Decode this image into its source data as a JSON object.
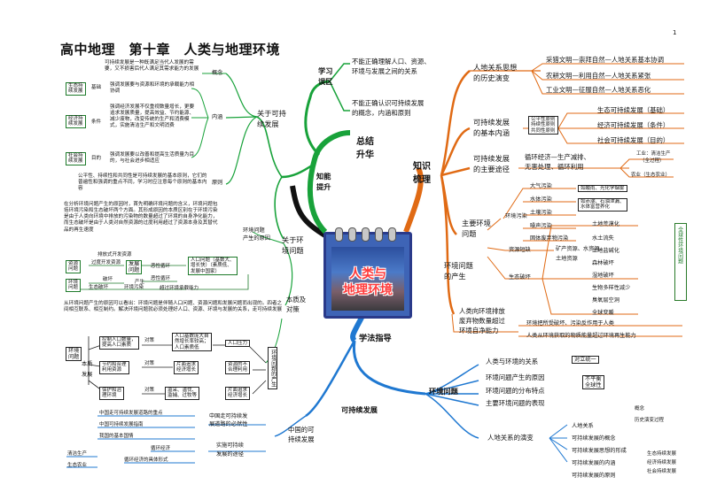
{
  "header": {
    "title": "高中地理　第十章　人类与地理环境",
    "page_number": "1"
  },
  "center_label": [
    "人类与",
    "地理环境"
  ],
  "main_branches": {
    "summary": [
      "总结",
      "升华"
    ],
    "knowledge": [
      "知识",
      "梳理"
    ],
    "method": "学法指导",
    "ability": [
      "知能",
      "提升"
    ],
    "mistakes": [
      "学习",
      "误区"
    ]
  },
  "mistakes": {
    "item1": [
      "不能正确理解人口、资源、",
      "环境与发展之间的关系"
    ],
    "item2": [
      "不能正确认识可持续发展",
      "的概念，内涵和原则"
    ]
  },
  "knowledge": {
    "history": {
      "label": [
        "人地关系思想",
        "的历史演变"
      ],
      "items": [
        "采猎文明—崇拜自然—人地关系基本协调",
        "农耕文明—利用自然—人地关系紧张",
        "工业文明—征服自然—人地关系恶化"
      ]
    },
    "sustain": {
      "label": [
        "可持续发展",
        "的基本内涵"
      ],
      "principles": [
        "公平性原则",
        "持续性原则",
        "共同性原则"
      ],
      "items": [
        "生态可持续发展（基础）",
        "经济可持续发展（条件）",
        "社会可持续发展（目的）"
      ]
    },
    "path": {
      "label": [
        "可持续发展",
        "的主要途径"
      ],
      "main": [
        "循环经济—生产减排、",
        "无害处理、循环利用"
      ],
      "industry": [
        "工业：清洁生产",
        "（全过程）"
      ],
      "agri": "农业（生态农业）"
    },
    "problems": {
      "label": [
        "主要环境",
        "问题"
      ],
      "pollution": "环境污染",
      "pollution_items": [
        "大气污染",
        "水体污染",
        "土壤污染",
        "噪声污染",
        "固体废弃物污染"
      ],
      "air_detail": "如酸雨、光化学烟雾",
      "water_detail": [
        "如赤潮、石油泄漏、",
        "水体富营养化"
      ],
      "shortage": "资源短缺",
      "shortage_items": [
        "矿产资源、水资源、",
        "土地资源"
      ],
      "eco": "生态破坏",
      "eco_items": [
        "土地荒漠化",
        "水土流失",
        "土地盐碱化",
        "森林破坏",
        "湿地破坏",
        "生物多样性减少",
        "臭氧层空洞",
        "全球变暖"
      ],
      "global": "全球性环境问题"
    },
    "cause": {
      "label": [
        "环境问题",
        "的产生"
      ]
    },
    "relation": {
      "label": [
        "人类向环境排放",
        "废弃物数量超过",
        "环境自净能力"
      ],
      "items": [
        "环境把所受破坏、污染反作用于人类",
        "人类从环境获取的物质能量超过环境再生能力"
      ]
    }
  },
  "method": {
    "env": {
      "label": "环境问题",
      "items": [
        "人类与环境的关系",
        "环境问题产生的原因",
        "环境问题的分布特点",
        "主要环境问题的表现"
      ],
      "unity": "对立统一",
      "spread": [
        "不平衡",
        "全球性"
      ]
    },
    "evolution": {
      "label": "人地关系的演变",
      "items": [
        "人地关系",
        "可持续发展的概念",
        "可持续发展思想的形成",
        "可持续发展的内涵",
        "可持续发展的原则"
      ],
      "sub1": [
        "概念",
        "历史演变过程"
      ],
      "sub2": [
        "生态持续发展",
        "经济持续发展",
        "社会持续发展"
      ]
    },
    "sd": {
      "label": "可持续发展",
      "china": [
        "中国的可",
        "持续发展"
      ],
      "need": [
        "中国走可持续发",
        "展道路的必然性"
      ],
      "need_items": [
        "中国走可持续发展道路的重点",
        "中国可持续发展指南",
        "我国的基本国情"
      ],
      "way": [
        "实施可持续",
        "发展的途径"
      ],
      "way_items": [
        "循环经济",
        "循环经济的具体形式"
      ],
      "clean": "清洁生产",
      "eco_agri": "生态农业"
    }
  },
  "ability": {
    "about_sd": [
      "关于可持",
      "续发展"
    ],
    "concept": "概念",
    "content": "内涵",
    "principle": "原则",
    "concept_text": "可持续发展是一种既满足当代人发展的需要，又不损害后代人满足其需求能力的发展",
    "eco_goal": [
      "生态持",
      "续发展"
    ],
    "eco_goal_tag": "基础",
    "eco_text": "强调发展要与资源和环境的承载能力相协调",
    "econ_goal": [
      "经济持",
      "续发展"
    ],
    "econ_goal_tag": "条件",
    "econ_text": "强调经济发展不仅重视数量增长，更要追求发展质量，提高效益、节约能源、减少废物，改变传统的生产和消费模式，实施清洁生产和文明消费",
    "soc_goal": [
      "社会持",
      "续发展"
    ],
    "soc_goal_tag": "目的",
    "soc_text": "强调发展要以改善和提高生活质量为目的，与社会进步相适应",
    "principle_text": "公平性、持续性和共同性是可持续发展的基本原则，它们的普遍性和强调的重点不同，学习时应注意每个原则的基本内容",
    "about_env": [
      "关于环",
      "境问题"
    ],
    "cause_text": "在分析环境问题产生的原因时，首先明确环境问题的含义，环境问题包括环境污染和生态破坏两个方面。其形成原因的本质区别在于环境污染是由于人类向环境中排放的污染物的数量超过了环境的自身净化能力，而生态破坏是由于人类对自然资源的过度利用超过了资源本身及其替代品的再生速度",
    "cause_label": [
      "环境问题",
      "产生的原因"
    ],
    "diag": {
      "cause_src": "排放式开发资源",
      "over": "过度开发资源",
      "resource": "资源",
      "problem": "问题",
      "develop": "发展",
      "env": "环境",
      "vicious1": "恶性循环",
      "vicious2": "恶性循环",
      "pollute": "破坏",
      "produce": "产生",
      "eco_break": "生态破坏",
      "env_pollution": "环境污染",
      "pop": [
        "人口问题（基数大、",
        "增长快）（素质低、",
        "发展中国家）"
      ],
      "over_limit": "超过环境承载能力"
    },
    "nature_label": [
      "本质及",
      "对策"
    ],
    "nature_text": "从环境问题产生的原因可以看出：环境问题是伴随人口问题、资源问题和发展问题而出现的。四者之间相互联系、相互制约。解决环境问题就必须处理好人口、资源、环境与发展的关系，走可持续发展",
    "env_probs": [
      "环境",
      "问题"
    ],
    "nature": "本质",
    "develop": "发展",
    "countermeasures": "对策",
    "measures": {
      "m1": [
        "控制人口数量，",
        "提高人口素质"
      ],
      "m2": [
        "人口基数庞大自",
        "然增长率较高；",
        "人口素质低"
      ],
      "m2b": "人口压力",
      "m3": [
        "节约和合理",
        "利用资源"
      ],
      "m4": [
        "片面追求",
        "经济增长"
      ],
      "m5": [
        "资源的不",
        "合理利用"
      ],
      "m6": [
        "保护和治",
        "理环境"
      ],
      "m7": [
        "滥采、滥伐、",
        "滥捕、过牧等"
      ],
      "m8": [
        "片面追求",
        "经济增长"
      ],
      "side": [
        "环境问题的产生"
      ]
    }
  }
}
